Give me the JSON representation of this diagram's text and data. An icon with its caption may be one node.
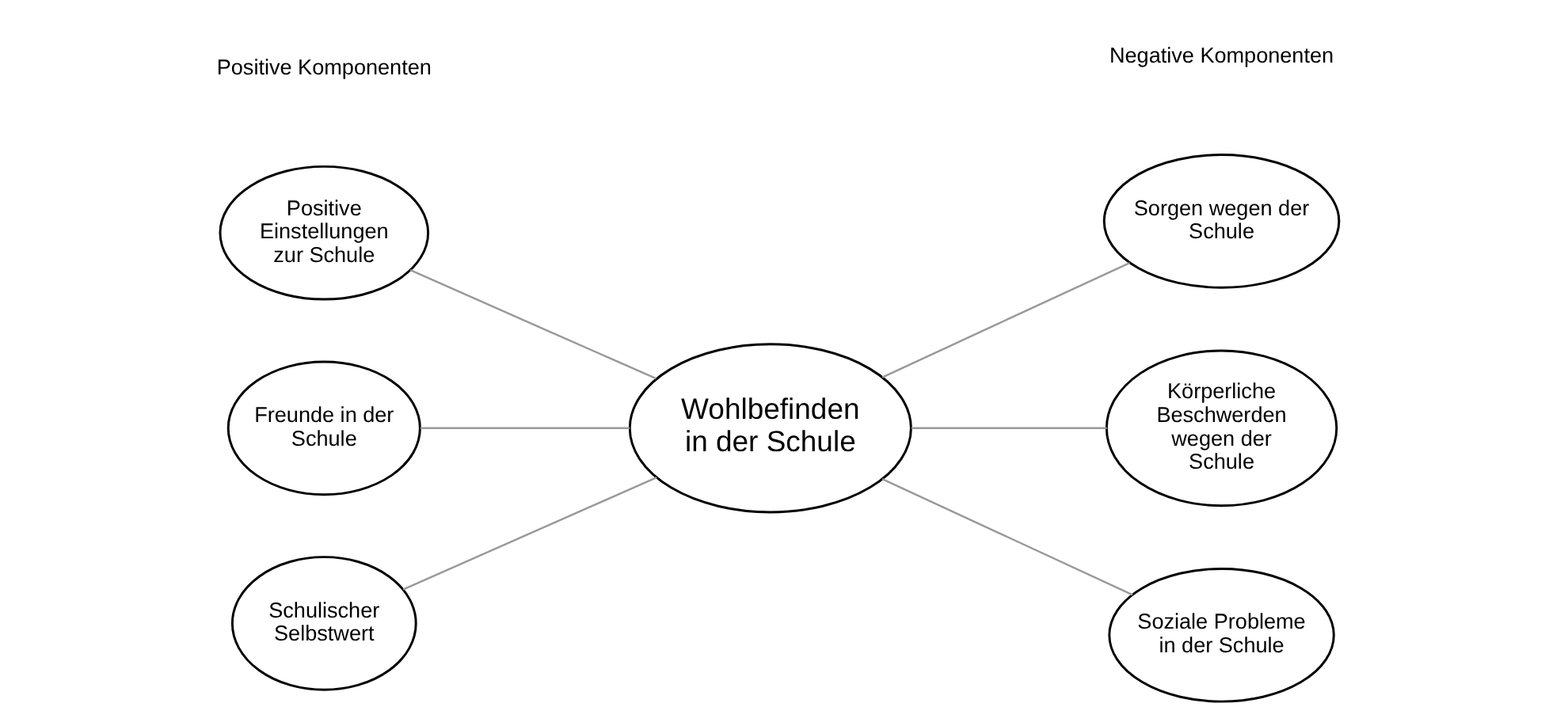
{
  "diagram": {
    "nodes": [
      {
        "text": [
          "Positive Einstellungen zur Schule"
        ]
      },
      {
        "text": [
          "Freunde in der Schule"
        ]
      },
      {
        "text": [
          "Schulischer Selbstwert"
        ]
      },
      {
        "text": [
          "Wohlbefinden in der Schule"
        ]
      },
      {
        "text": [
          "Sorgen wegen der Schule"
        ]
      },
      {
        "text": [
          "Körperliche Beschwerden wegen der Schule"
        ]
      },
      {
        "text": [
          "Soziale Probleme in der Schule"
        ]
      }
    ],
    "edges": [
      {
        "from": 0,
        "to": 3,
        "arrow": "none"
      },
      {
        "from": 1,
        "to": 3,
        "arrow": "none"
      },
      {
        "from": 2,
        "to": 3,
        "arrow": "none"
      },
      {
        "from": 3,
        "to": 4,
        "arrow": "none"
      },
      {
        "from": 3,
        "to": 5,
        "arrow": "none"
      },
      {
        "from": 3,
        "to": 6,
        "arrow": "none"
      }
    ],
    "labels": [
      "Positive Komponenten",
      "Negative Komponenten"
    ]
  }
}
